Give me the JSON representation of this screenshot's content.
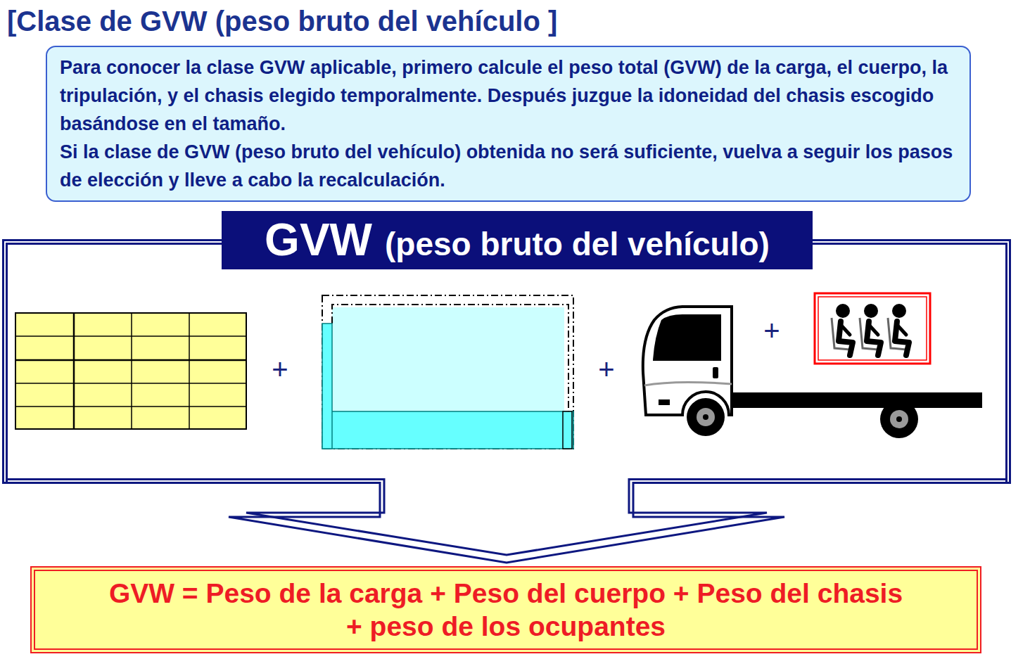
{
  "diagram": {
    "title": "[Clase de GVW (peso bruto del vehículo ]",
    "nodes": [
      {
        "text": [
          "Para conocer la clase GVW aplicable, primero calcule el peso total (GVW) de la carga, el cuerpo, la tripulación, y el chasis elegido temporalmente. Después juzgue la idoneidad del chasis escogido basándose en el tamaño.",
          "Si la clase de GVW (peso bruto del vehículo) obtenida no será suficiente, vuelva a seguir los pasos de elección y lleve a cabo la recalculación."
        ]
      },
      {
        "text": [
          "GVW",
          "(peso bruto del vehículo)"
        ]
      },
      {
        "text": [
          "GVW = Peso de la carga + Peso del cuerpo + Peso del chasis + peso de los ocupantes"
        ]
      }
    ],
    "edges": [
      {
        "from": 1,
        "to": 2,
        "arrow": "to"
      }
    ],
    "labels": [
      "+",
      "+",
      "+"
    ]
  }
}
